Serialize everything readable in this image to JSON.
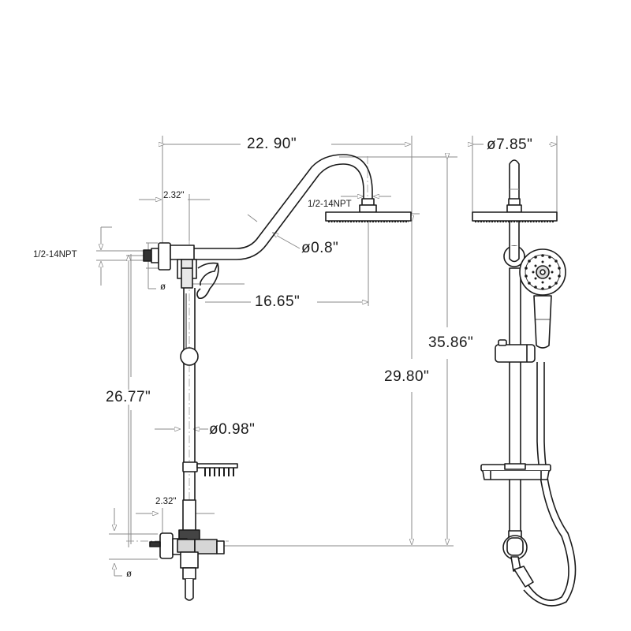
{
  "drawing": {
    "title": "Shower system dimension drawing",
    "views": [
      "side-view",
      "front-view"
    ],
    "colors": {
      "line": "#1a1a1a",
      "dimension": "#8a8a8a",
      "fill": "#ffffff",
      "valve_fill": "#d6d6d6"
    }
  },
  "dimensions": {
    "overall_reach": "22. 90\"",
    "arm_height_offset": "16.65\"",
    "arm_diameter": "ø0.8\"",
    "rain_head_diameter": "ø7.85\"",
    "total_height": "35.86\"",
    "head_to_valve_height": "29.80\"",
    "bar_height": "26.77\"",
    "bar_diameter": "ø0.98\"",
    "top_inlet_offset": "2.32\"",
    "bottom_inlet_offset": "2.32\"",
    "top_inlet_thread": "1/2-14NPT",
    "head_thread": "1/2-14NPT",
    "top_diameter_symbol": "ø",
    "bottom_diameter_symbol": "ø"
  }
}
